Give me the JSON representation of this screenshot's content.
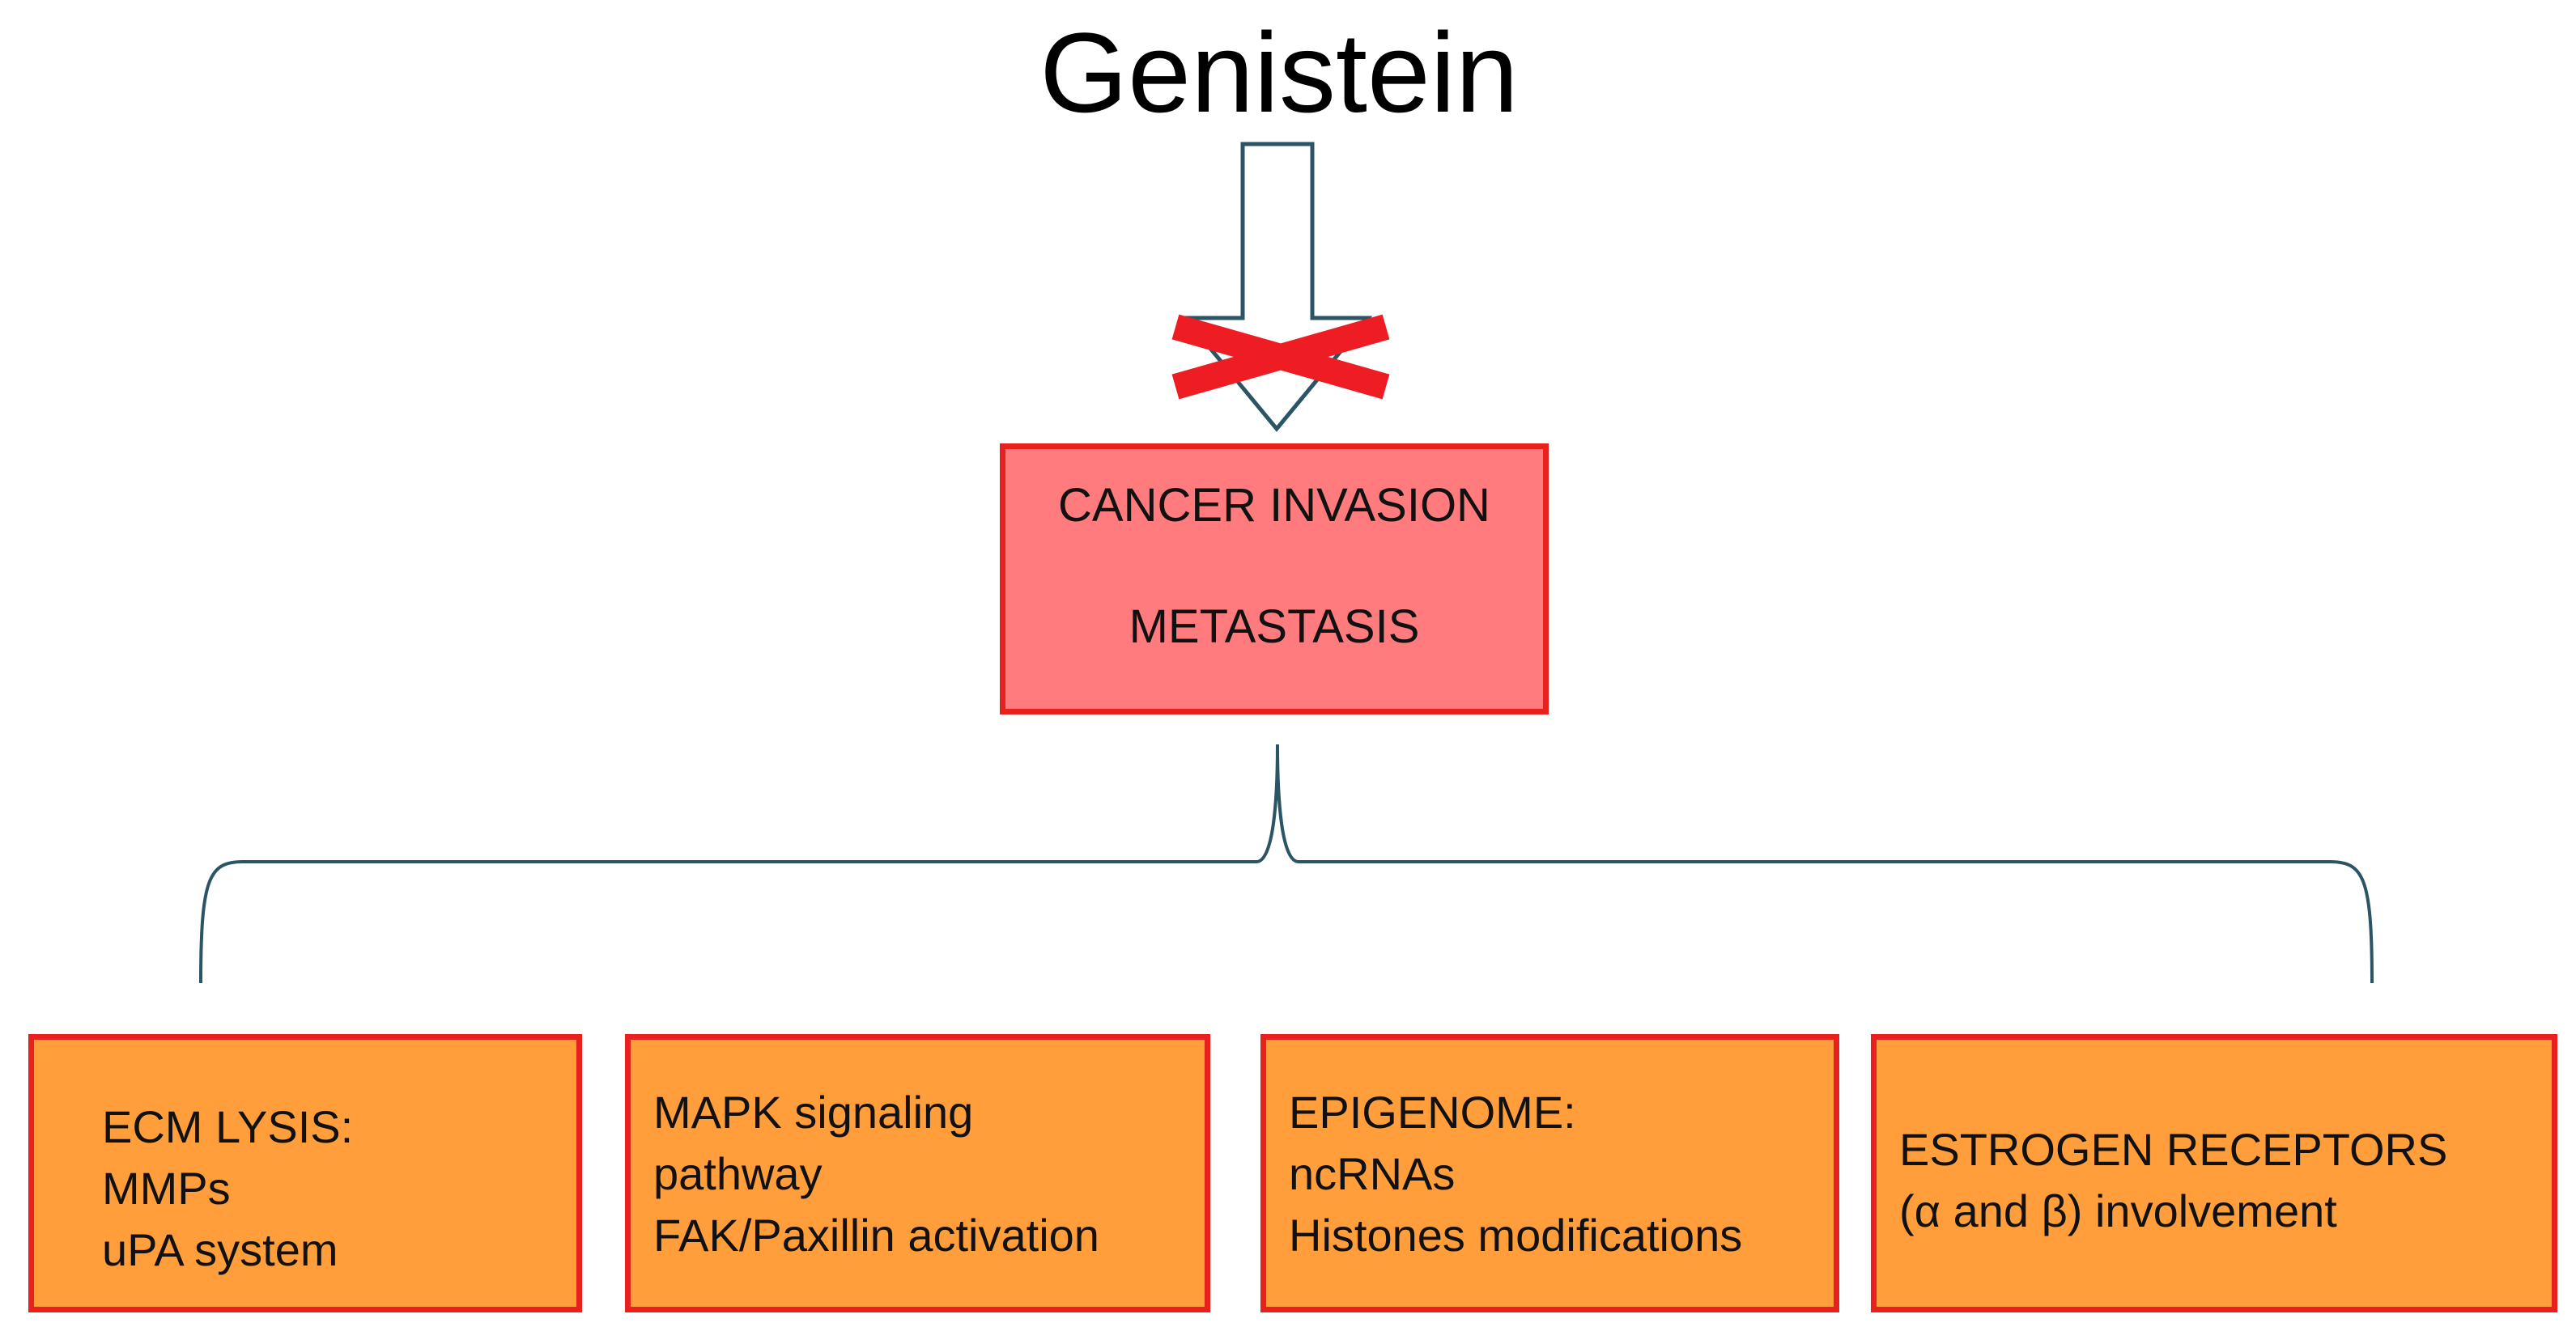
{
  "title": "Genistein",
  "center_box": {
    "line1": "CANCER INVASION",
    "line2": "METASTASIS"
  },
  "boxes": [
    {
      "lines": [
        "ECM LYSIS:",
        "MMPs",
        "uPA system"
      ]
    },
    {
      "lines": [
        "MAPK signaling",
        "pathway",
        "FAK/Paxillin activation"
      ]
    },
    {
      "lines": [
        "EPIGENOME:",
        "ncRNAs",
        "Histones modifications"
      ]
    },
    {
      "lines": [
        "ESTROGEN RECEPTORS",
        "(α and β) involvement"
      ]
    }
  ],
  "colors": {
    "box_border": "#e8211f",
    "center_fill": "#ff7b7d",
    "box_fill": "#ff9e3a",
    "connector": "#2b5564",
    "cross": "#ee1d23"
  }
}
